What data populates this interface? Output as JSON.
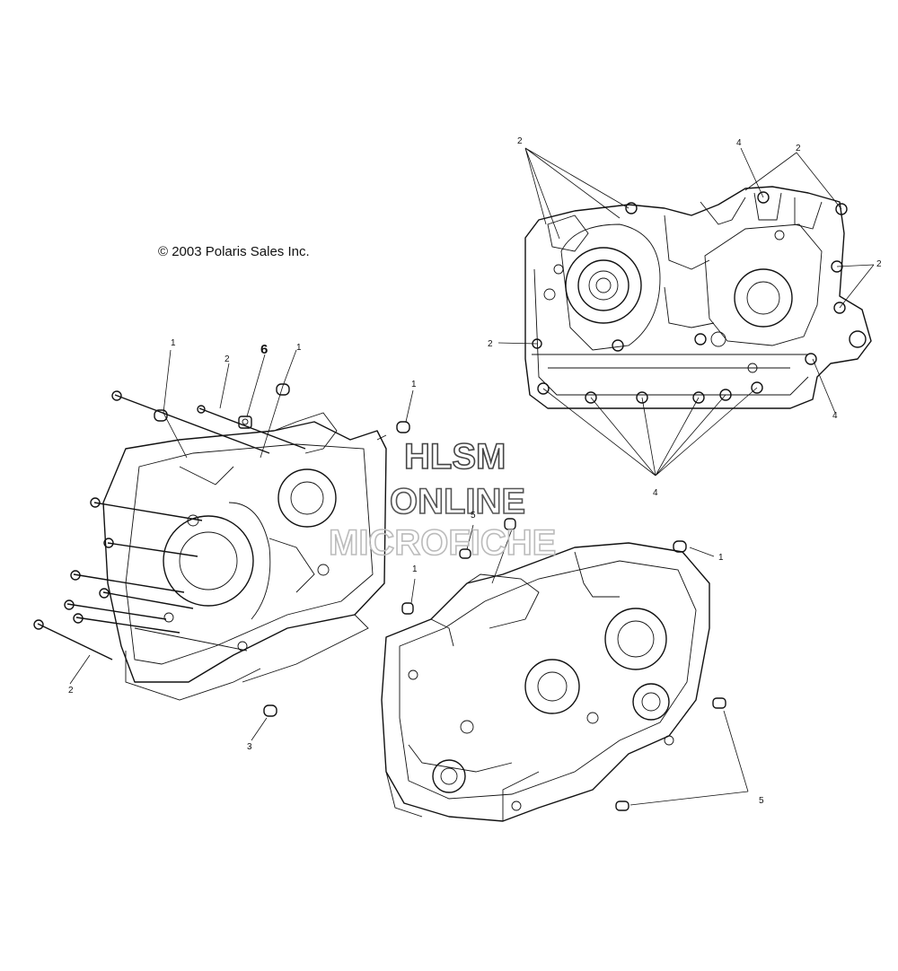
{
  "copyright": "© 2003 Polaris Sales Inc.",
  "watermark": {
    "lines": [
      "HLSM",
      "ONLINE",
      "MICROFICHE"
    ],
    "colors": [
      "#444444",
      "#555555",
      "#bbbbbb"
    ]
  },
  "callouts": [
    {
      "id": "c1",
      "text": "2"
    },
    {
      "id": "c2",
      "text": "4"
    },
    {
      "id": "c3",
      "text": "2"
    },
    {
      "id": "c4",
      "text": "2"
    },
    {
      "id": "c5",
      "text": "2"
    },
    {
      "id": "c6",
      "text": "4"
    },
    {
      "id": "c7",
      "text": "4"
    },
    {
      "id": "c8",
      "text": "1"
    },
    {
      "id": "c9",
      "text": "2"
    },
    {
      "id": "c10",
      "text": "6"
    },
    {
      "id": "c11",
      "text": "1"
    },
    {
      "id": "c12",
      "text": "1"
    },
    {
      "id": "c13",
      "text": "2"
    },
    {
      "id": "c14",
      "text": "3"
    },
    {
      "id": "c15",
      "text": "5"
    },
    {
      "id": "c16",
      "text": "1"
    },
    {
      "id": "c17",
      "text": "1"
    },
    {
      "id": "c18",
      "text": "5"
    }
  ]
}
